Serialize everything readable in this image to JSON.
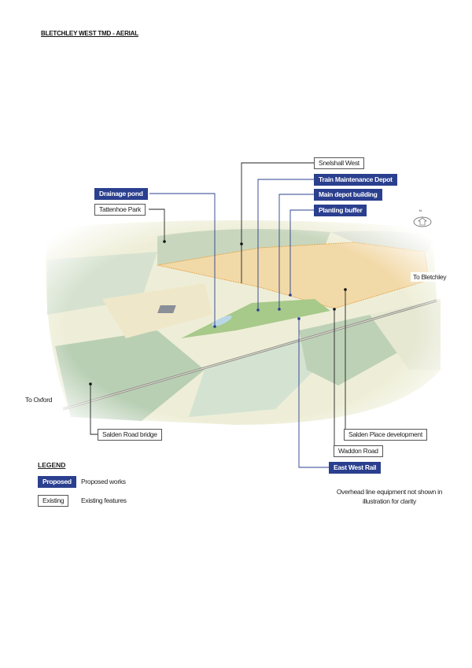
{
  "title": "BLETCHLEY WEST TMD - AERIAL",
  "colors": {
    "proposed": "#2b3f8f",
    "existing_border": "#555555",
    "site_area": "#f2d9a8"
  },
  "compass": {
    "label": "N",
    "icon": "north-arrow-icon"
  },
  "labels": {
    "snelshall_west": "Snelshall West",
    "train_maintenance_depot": "Train Maintenance Depot",
    "main_depot_building": "Main depot building",
    "planting_buffer": "Planting buffer",
    "drainage_pond": "Drainage pond",
    "tattenhoe_park": "Tattenhoe Park",
    "to_bletchley": "To Bletchley",
    "to_oxford": "To Oxford",
    "salden_road_bridge": "Salden Road bridge",
    "salden_place_development": "Salden Place development",
    "waddon_road": "Waddon Road",
    "east_west_rail": "East West Rail"
  },
  "legend": {
    "title": "LEGEND",
    "items": [
      {
        "key": "Proposed",
        "description": "Proposed works"
      },
      {
        "key": "Existing",
        "description": "Existing features"
      }
    ]
  },
  "note": "Overhead line equipment not shown in illustration for clarity"
}
